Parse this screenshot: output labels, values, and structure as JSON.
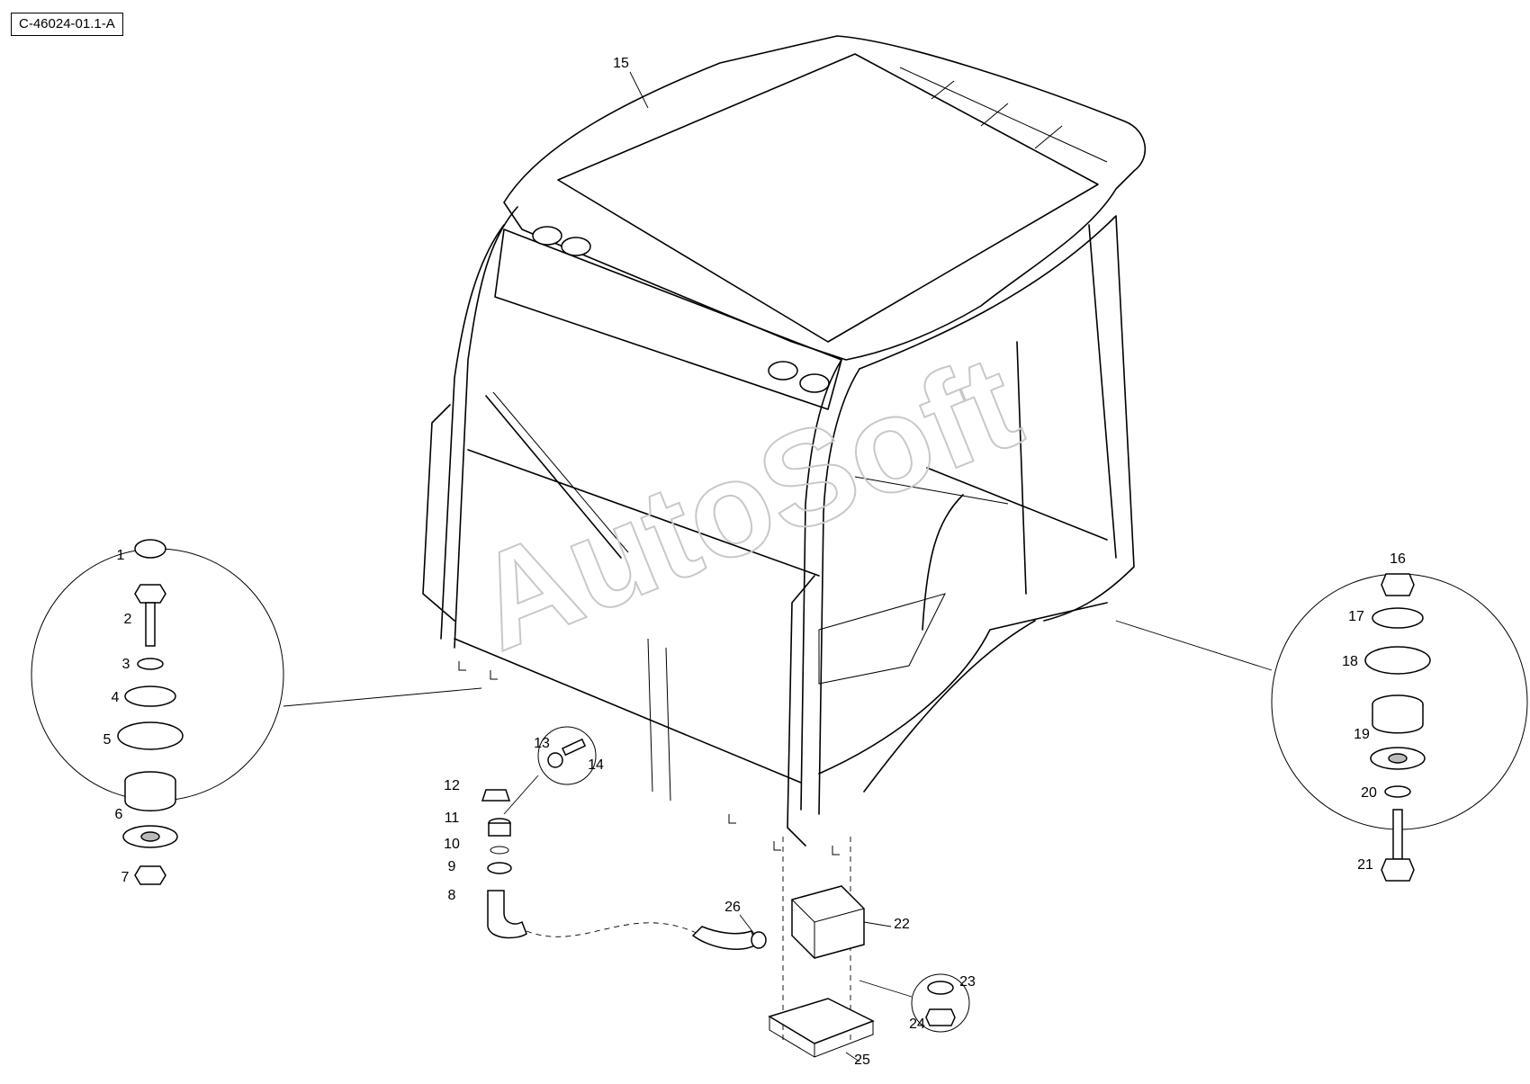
{
  "drawing": {
    "reference_code": "C-46024-01.1-A",
    "watermark": "AutoSoft",
    "callouts": [
      "1",
      "2",
      "3",
      "4",
      "5",
      "6",
      "7",
      "8",
      "9",
      "10",
      "11",
      "12",
      "13",
      "14",
      "15",
      "16",
      "17",
      "18",
      "19",
      "20",
      "21",
      "22",
      "23",
      "24",
      "25",
      "26"
    ]
  }
}
